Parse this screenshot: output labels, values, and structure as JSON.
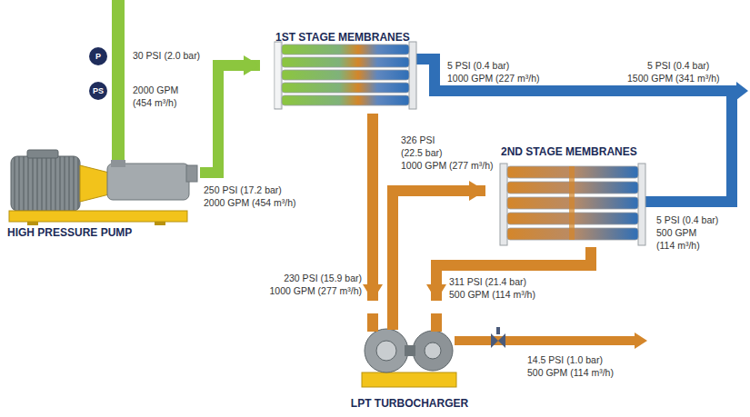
{
  "diagram": {
    "nodes": [
      {
        "text": [
          "P"
        ]
      },
      {
        "text": [
          "PS"
        ]
      },
      {
        "text": [
          "1ST STAGE MEMBRANES"
        ]
      },
      {
        "text": [
          "2ND STAGE MEMBRANES"
        ]
      },
      {
        "text": [
          "HIGH PRESSURE PUMP"
        ]
      },
      {
        "text": [
          "LPT TURBOCHARGER"
        ]
      }
    ],
    "edges": [
      {
        "from": 4,
        "to": 2,
        "arrow": "to"
      },
      {
        "from": 2,
        "to": 5,
        "arrow": "to"
      },
      {
        "from": 5,
        "to": 3,
        "arrow": "to"
      },
      {
        "from": 3,
        "to": 5,
        "arrow": "to"
      }
    ],
    "labels": [
      "30 PSI (2.0 bar)",
      "2000 GPM",
      "(454 m³/h)",
      "250 PSI (17.2 bar)",
      "2000 GPM (454 m³/h)",
      "5 PSI (0.4 bar)",
      "1000 GPM (227 m³/h)",
      "5 PSI (0.4 bar)",
      "1500 GPM (341 m³/h)",
      "326 PSI",
      "(22.5 bar)",
      "1000 GPM (277 m³/h)",
      "5 PSI (0.4 bar)",
      "500 GPM",
      "(114 m³/h)",
      "230 PSI (15.9 bar)",
      "1000 GPM (277 m³/h)",
      "311 PSI (21.4 bar)",
      "500 GPM (114 m³/h)",
      "14.5 PSI (1.0 bar)",
      "500 GPM (114 m³/h)"
    ]
  }
}
